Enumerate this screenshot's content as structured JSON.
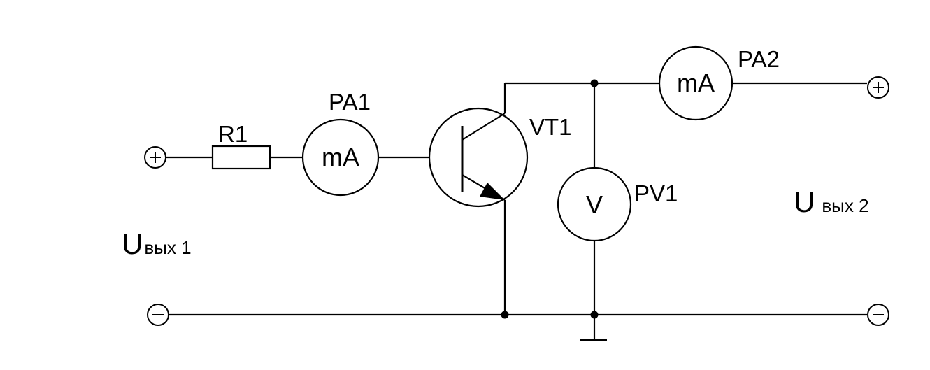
{
  "labels": {
    "r1": "R1",
    "pa1": "PA1",
    "pa1_unit": "mA",
    "vt1": "VT1",
    "pa2": "PA2",
    "pa2_unit": "mA",
    "pv1": "PV1",
    "pv1_unit": "V",
    "u_in_main": "U",
    "u_in_sub": "вых 1",
    "u_out_main": "U",
    "u_out_sub": "вых 2"
  },
  "terminals": {
    "plus": "+",
    "minus": "−"
  },
  "colors": {
    "stroke": "#000000",
    "background": "#ffffff"
  }
}
